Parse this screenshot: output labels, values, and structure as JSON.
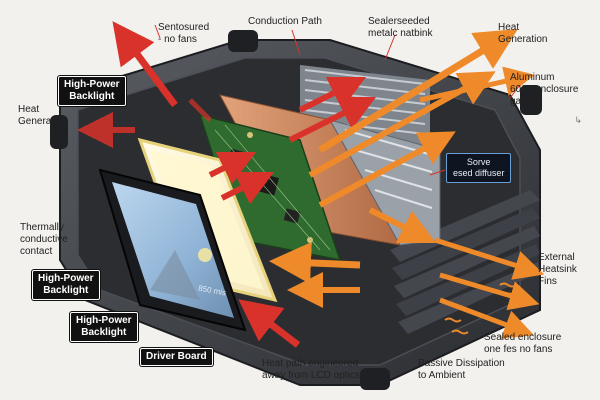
{
  "labels": {
    "sensored_fans": "Sentosured\n- no fans",
    "conduction_path": "Conduction Path",
    "sealed_heatsink": "Sealerseeded\nmetalc natbink",
    "heat_generation_right": "Heat\nGeneration",
    "aluminum_gasket": "Aluminum\n6061 enclosure\ngasket",
    "high_power_backlight_top": "High-Power\nBacklight",
    "heat_generation_left": "Heat\nGeneration",
    "serve_diffuser": "Sorve\nesed diffuser",
    "thermally_conductive": "Thermally\nconductive\ncontact",
    "high_power_backlight_mid": "High-Power\nBacklight",
    "high_power_backlight_low": "High-Power\nBacklight",
    "driver_board": "Driver Board",
    "external_fins": "External\nHeatsink\nFins",
    "sealed_enclosure": "Sealed enclosure\none fes no fans",
    "heat_path": "Heat path engineered\naway from LCD optics",
    "passive_dissipation": "Passive Dissipation\nto Ambient",
    "screen_text": "850 mis",
    "corner_mark": "↳"
  },
  "colors": {
    "heat_red": "#d8322a",
    "heat_orange": "#ef8a2a",
    "pcb_green": "#2f6b2e",
    "copper": "#c9835a",
    "enclosure": "#3a3d42"
  }
}
